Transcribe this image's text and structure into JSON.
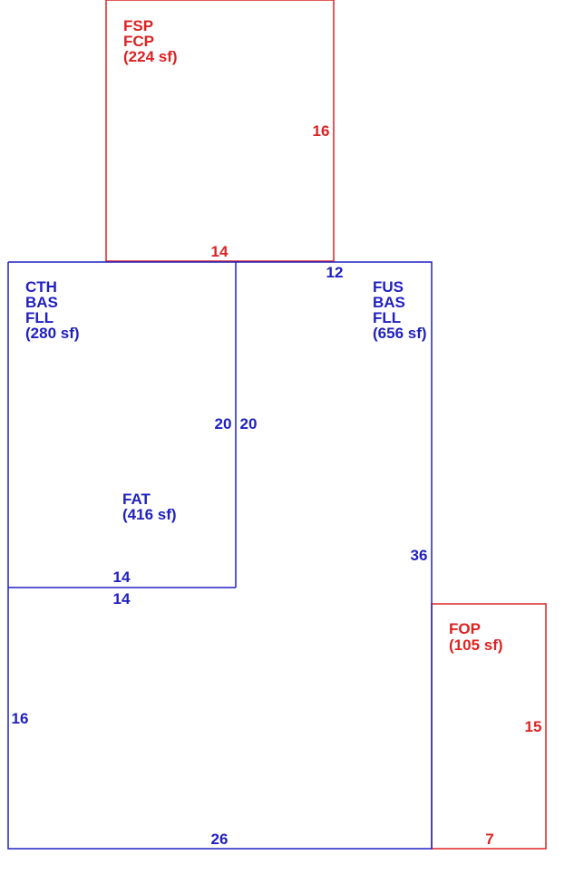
{
  "colors": {
    "living": "#2020c0",
    "porch": "#dd2222",
    "background": "#ffffff"
  },
  "areas": {
    "fsp": {
      "codes": [
        "FSP",
        "FCP"
      ],
      "area": "(224 sf)"
    },
    "cth": {
      "codes": [
        "CTH",
        "BAS",
        "FLL"
      ],
      "area": "(280 sf)"
    },
    "fus": {
      "codes": [
        "FUS",
        "BAS",
        "FLL"
      ],
      "area": "(656 sf)"
    },
    "fat": {
      "codes": [
        "FAT"
      ],
      "area": "(416 sf)"
    },
    "fop": {
      "codes": [
        "FOP"
      ],
      "area": "(105 sf)"
    }
  },
  "dimensions": {
    "fsp_right": "16",
    "fsp_bottom": "14",
    "top_right_segment": "12",
    "cth_right_inner": "20",
    "fus_left_inner": "20",
    "fat_bottom_upper": "14",
    "fat_bottom_lower": "14",
    "right_side": "36",
    "left_lower": "16",
    "bottom": "26",
    "fop_right": "15",
    "fop_bottom": "7"
  }
}
